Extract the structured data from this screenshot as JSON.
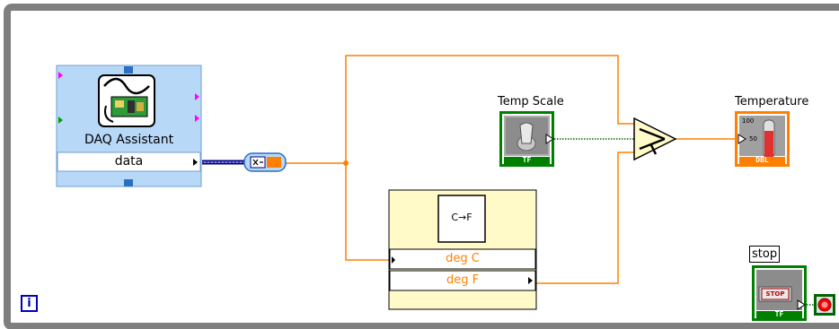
{
  "daq": {
    "title": "DAQ Assistant",
    "output_label": "data"
  },
  "convert_node": {
    "glyph": "▷c dbl"
  },
  "temp_scale": {
    "label": "Temp Scale",
    "type_badge": "TF"
  },
  "select_node": {
    "glyph": "select"
  },
  "temperature": {
    "label": "Temperature",
    "scale_top": "100",
    "scale_mid": "50",
    "type_badge": "DBL"
  },
  "subvi": {
    "icon_text": "C→F",
    "input_label": "deg C",
    "output_label": "deg F"
  },
  "stop": {
    "label": "stop",
    "button_text": "STOP",
    "type_badge": "TF"
  },
  "loop": {
    "iteration_terminal": "i"
  },
  "colors": {
    "loop_border": "#7f7f7f",
    "dbl_wire": "#ff8000",
    "bool_wire": "#006600",
    "dynamic_wire": "#000080",
    "terminal_green": "#007f00"
  }
}
